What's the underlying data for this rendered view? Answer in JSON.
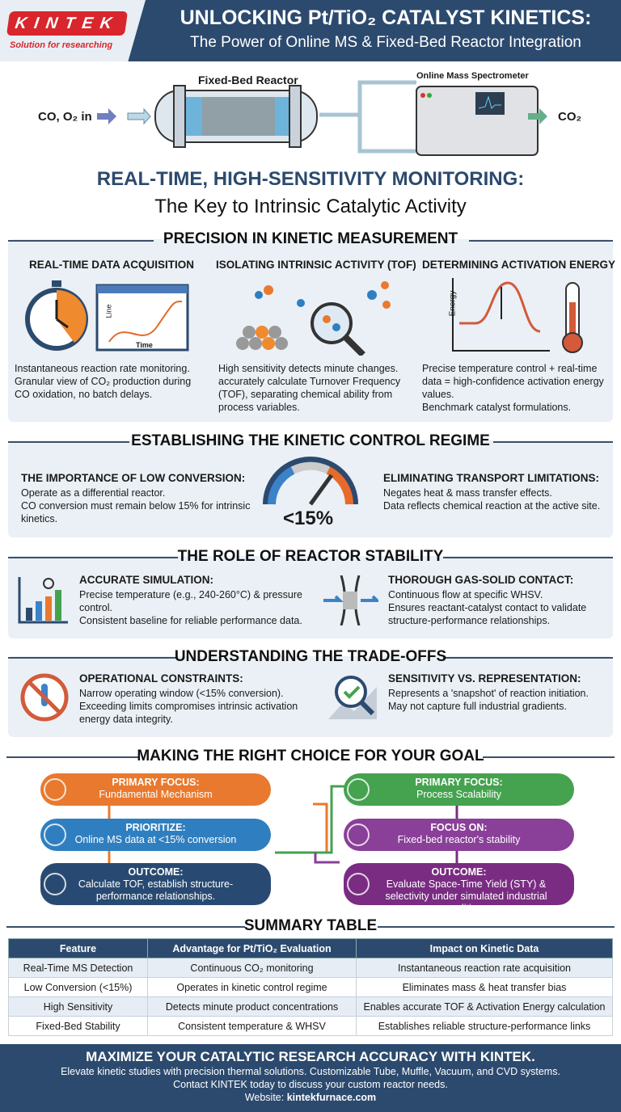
{
  "header": {
    "logo": "KINTEK",
    "tagline": "Solution for researching",
    "title": "UNLOCKING Pt/TiO₂ CATALYST KINETICS:",
    "subtitle": "The Power of Online MS & Fixed-Bed Reactor Integration"
  },
  "diagram": {
    "inlet": "CO, O₂ in",
    "reactor": "Fixed-Bed Reactor",
    "ms": "Online Mass Spectrometer",
    "outlet": "CO₂"
  },
  "headline": {
    "line1": "REAL-TIME, HIGH-SENSITIVITY MONITORING:",
    "line2": "The Key to Intrinsic Catalytic Activity"
  },
  "precision": {
    "title": "PRECISION IN KINETIC MEASUREMENT",
    "columns": [
      {
        "heading": "REAL-TIME DATA ACQUISITION",
        "chart_axis_y": "Line",
        "chart_axis_x": "Time",
        "text": [
          "Instantaneous reaction rate monitoring.",
          "Granular view of CO₂ production during CO oxidation, no batch delays."
        ]
      },
      {
        "heading": "ISOLATING INTRINSIC ACTIVITY (TOF)",
        "text": [
          "High sensitivity detects minute changes.",
          "accurately calculate Turnover Frequency (TOF), separating chemical ability from process variables."
        ]
      },
      {
        "heading": "DETERMINING ACTIVATION ENERGY",
        "chart_axis_y": "Energy",
        "text": [
          "Precise temperature control + real-time data = high-confidence activation energy values.",
          "Benchmark catalyst formulations."
        ]
      }
    ]
  },
  "regime": {
    "title": "ESTABLISHING THE KINETIC CONTROL REGIME",
    "left_heading": "THE IMPORTANCE OF LOW CONVERSION:",
    "left_text": [
      "Operate as a differential reactor.",
      "CO conversion must remain below 15% for intrinsic kinetics."
    ],
    "gauge_label": "<15%",
    "right_heading": "ELIMINATING TRANSPORT LIMITATIONS:",
    "right_text": [
      "Negates heat & mass transfer effects.",
      "Data reflects chemical reaction at the active site."
    ]
  },
  "stability": {
    "title": "THE ROLE OF REACTOR STABILITY",
    "left_heading": "ACCURATE SIMULATION:",
    "left_text": [
      "Precise temperature (e.g., 240-260°C) & pressure control.",
      "Consistent baseline for reliable performance data."
    ],
    "right_heading": "THOROUGH GAS-SOLID CONTACT:",
    "right_text": [
      "Continuous flow at specific WHSV.",
      "Ensures reactant-catalyst contact to validate structure-performance relationships."
    ]
  },
  "tradeoffs": {
    "title": "UNDERSTANDING THE TRADE-OFFS",
    "left_heading": "OPERATIONAL CONSTRAINTS:",
    "left_text": [
      "Narrow operating window (<15% conversion).",
      "Exceeding limits compromises intrinsic activation energy data integrity."
    ],
    "right_heading": "SENSITIVITY VS. REPRESENTATION:",
    "right_text": [
      "Represents a 'snapshot' of reaction initiation.",
      "May not capture full industrial gradients."
    ]
  },
  "choice": {
    "title": "MAKING THE RIGHT CHOICE FOR YOUR GOAL",
    "left": [
      {
        "label": "PRIMARY FOCUS:",
        "text": "Fundamental Mechanism",
        "color": "#e9792e"
      },
      {
        "label": "PRIORITIZE:",
        "text": "Online MS data at <15% conversion",
        "color": "#2f7fc0"
      },
      {
        "label": "OUTCOME:",
        "text": "Calculate TOF, establish structure-performance relationships.",
        "color": "#284a72"
      }
    ],
    "right": [
      {
        "label": "PRIMARY FOCUS:",
        "text": "Process Scalability",
        "color": "#45a24f"
      },
      {
        "label": "FOCUS ON:",
        "text": "Fixed-bed reactor's stability",
        "color": "#8a3f98"
      },
      {
        "label": "OUTCOME:",
        "text": "Evaluate Space-Time Yield (STY) & selectivity under simulated industrial conditions.",
        "color": "#7a2c82"
      }
    ]
  },
  "table": {
    "title": "SUMMARY TABLE",
    "headers": [
      "Feature",
      "Advantage for Pt/TiO₂ Evaluation",
      "Impact on Kinetic Data"
    ],
    "rows": [
      [
        "Real-Time MS Detection",
        "Continuous CO₂ monitoring",
        "Instantaneous reaction rate acquisition"
      ],
      [
        "Low Conversion (<15%)",
        "Operates in kinetic control regime",
        "Eliminates mass & heat transfer bias"
      ],
      [
        "High Sensitivity",
        "Detects minute product concentrations",
        "Enables accurate TOF & Activation Energy calculation"
      ],
      [
        "Fixed-Bed Stability",
        "Consistent temperature & WHSV",
        "Establishes reliable structure-performance links"
      ]
    ]
  },
  "footer": {
    "title": "MAXIMIZE YOUR CATALYTIC RESEARCH ACCURACY WITH KINTEK.",
    "line1": "Elevate kinetic studies with precision thermal solutions. Customizable Tube, Muffle, Vacuum, and CVD systems.",
    "line2": "Contact KINTEK today to discuss your custom reactor needs.",
    "website_label": "Website: ",
    "website": "kintekfurnace.com"
  }
}
